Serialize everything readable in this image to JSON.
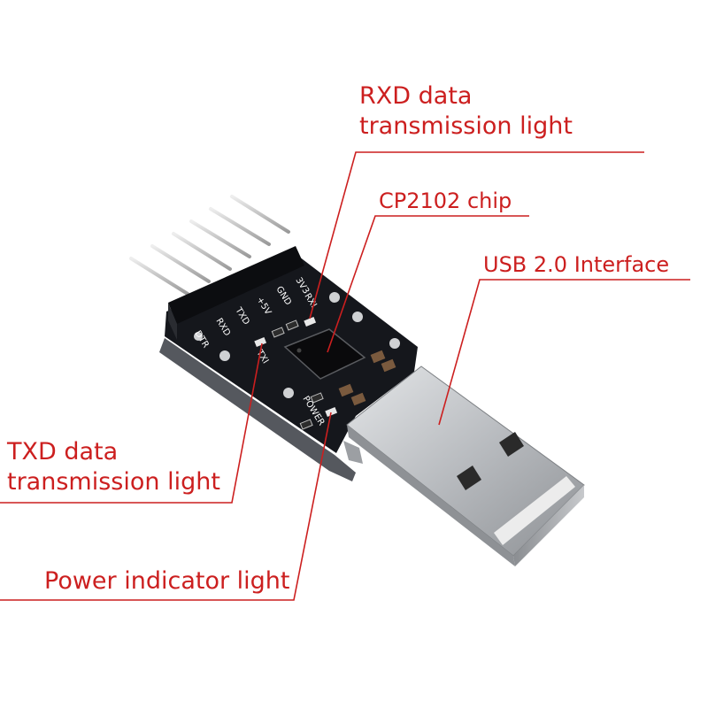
{
  "labels": {
    "rxd": {
      "line1": "RXD data",
      "line2": "transmission light"
    },
    "chip": {
      "text": "CP2102 chip"
    },
    "usb": {
      "text": "USB 2.0 Interface"
    },
    "txd": {
      "line1": "TXD data",
      "line2": "transmission light"
    },
    "power": {
      "text": "Power indicator light"
    }
  },
  "board": {
    "pins": [
      "3V3",
      "GND",
      "+5V",
      "TXD",
      "RXD",
      "DTR"
    ],
    "silkscreen": {
      "rxi": "RXI",
      "txi": "TXI",
      "power": "POWER"
    }
  },
  "colors": {
    "accent": "#cc1f1f",
    "pcb": "#15171c",
    "metal": "#b9bcc0"
  }
}
